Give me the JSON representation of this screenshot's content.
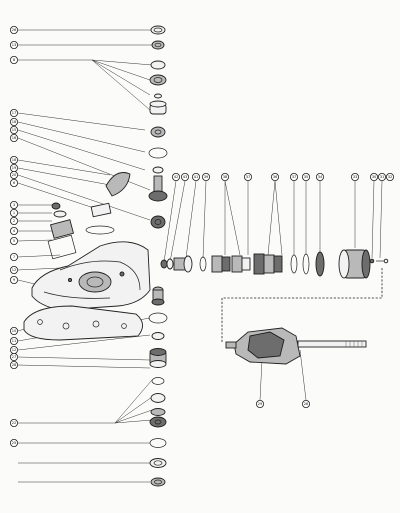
{
  "diagram": {
    "callouts": {
      "left_column": [
        "26",
        "13",
        "8",
        "17",
        "18",
        "15",
        "16",
        "18",
        "19",
        "20",
        "6",
        "3",
        "1",
        "2",
        "4",
        "5",
        "7",
        "12",
        "9",
        "10",
        "11",
        "12",
        "27",
        "28",
        "22",
        "25"
      ],
      "top_row": [
        "42",
        "43",
        "41",
        "39",
        "38",
        "37",
        "36",
        "37",
        "35",
        "34",
        "33",
        "30",
        "31",
        "32"
      ],
      "bottom": [
        "29",
        "28"
      ]
    }
  }
}
